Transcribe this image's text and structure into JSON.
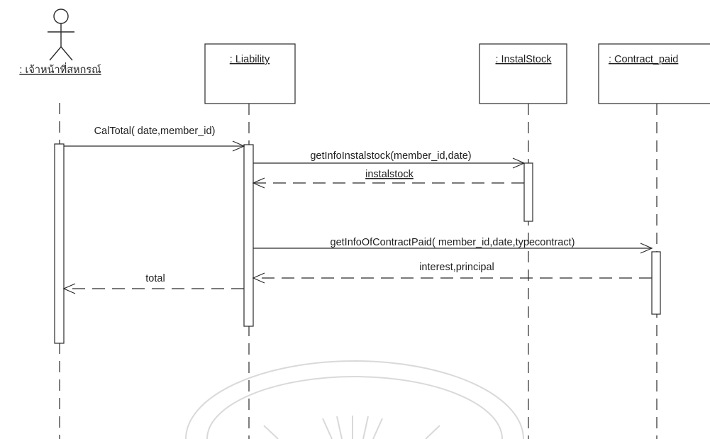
{
  "actor": {
    "name": ": เจ้าหน้าที่สหกรณ์"
  },
  "objects": [
    {
      "name": ": Liability"
    },
    {
      "name": ": InstalStock"
    },
    {
      "name": ": Contract_paid"
    }
  ],
  "messages": [
    {
      "label": "CalTotal( date,member_id)",
      "kind": "call"
    },
    {
      "label": "getInfoInstalstock(member_id,date)",
      "kind": "call"
    },
    {
      "label": "instalstock",
      "kind": "return"
    },
    {
      "label": "getInfoOfContractPaid( member_id,date,typecontract)",
      "kind": "call"
    },
    {
      "label": "interest,principal",
      "kind": "return"
    },
    {
      "label": "total",
      "kind": "return"
    }
  ],
  "colors": {
    "line": "#2a2a2a",
    "text": "#1f1f1f",
    "watermark": "#d9d9d9"
  }
}
